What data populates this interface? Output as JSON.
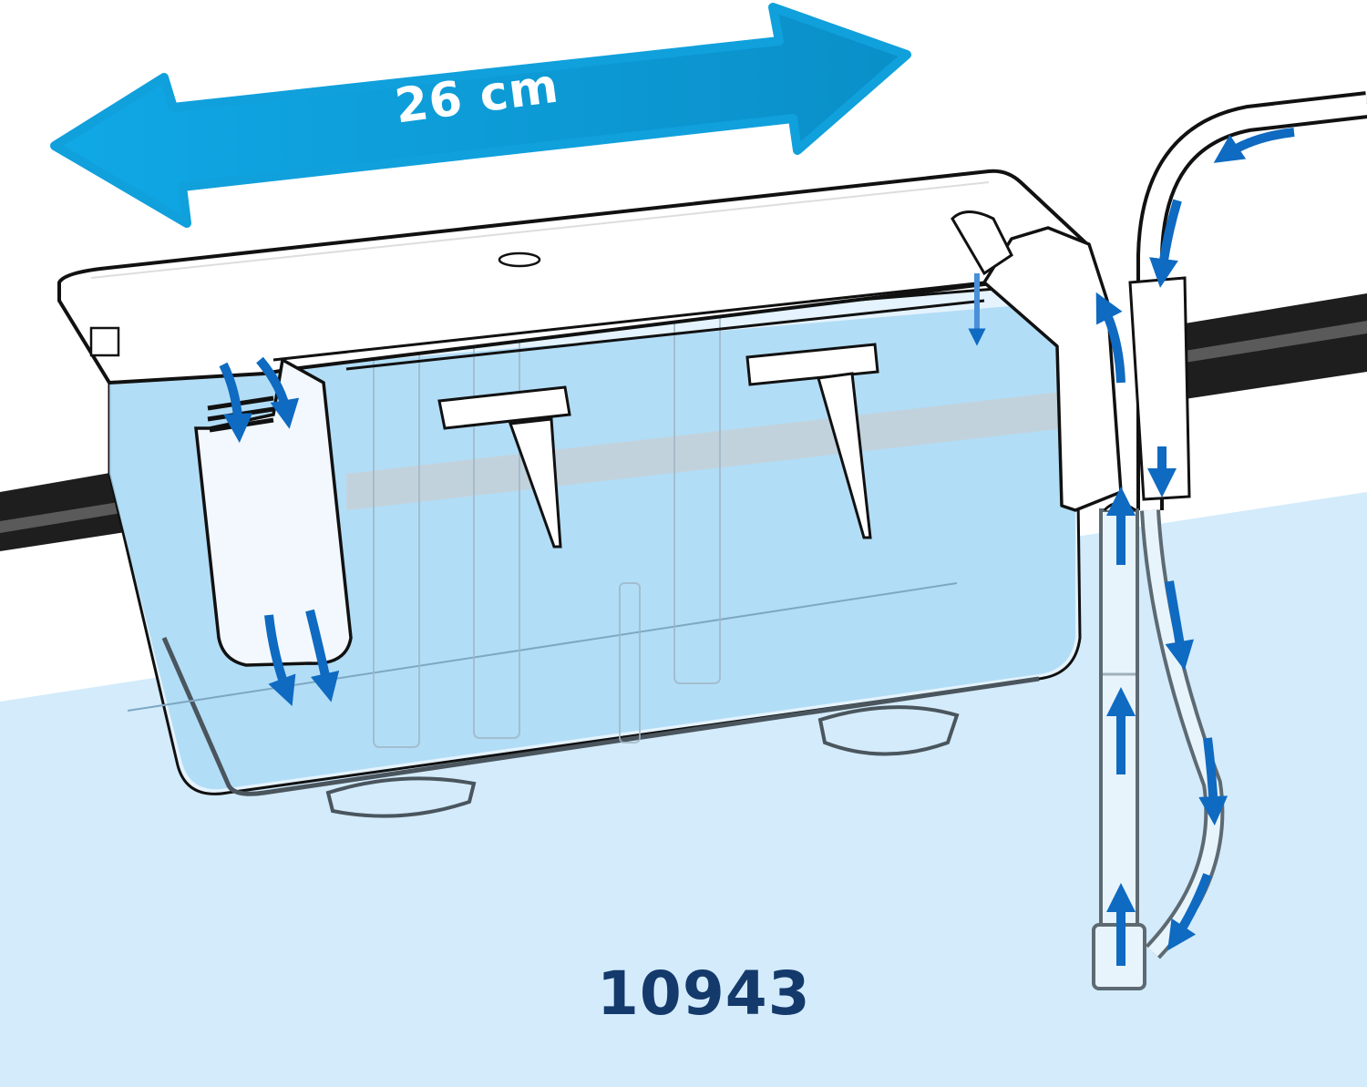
{
  "diagram": {
    "subject": "hang-on breeding box with air-lift pump",
    "dimension": {
      "label": "26 cm",
      "arrow_color": "#0aa0de"
    },
    "model_code": "10943",
    "colors": {
      "background_top": "#ffffff",
      "water": "#d3ebfb",
      "box_water": "#a9d8f5",
      "flow_arrow": "#0f6ac1",
      "rim": "#1e1e1e",
      "rim_highlight": "#5a5a5a",
      "outline": "#111111",
      "model_text": "#14396b"
    },
    "components": [
      {
        "id": "breeding-box",
        "label": "breeding box"
      },
      {
        "id": "lid",
        "label": "lid with feeding hole"
      },
      {
        "id": "dividers",
        "label": "removable dividers"
      },
      {
        "id": "overflow-outlet",
        "label": "overflow outlet"
      },
      {
        "id": "airlift-tube",
        "label": "air-lift intake tube"
      },
      {
        "id": "air-hose",
        "label": "air hose"
      },
      {
        "id": "suction-cups",
        "label": "suction cups"
      },
      {
        "id": "tank-rim",
        "label": "aquarium rim"
      }
    ],
    "flow_arrows": [
      {
        "location": "outlet-top",
        "direction": "down",
        "count": 2
      },
      {
        "location": "outlet-bottom",
        "direction": "down",
        "count": 2
      },
      {
        "location": "intake-channel",
        "direction": "down",
        "count": 1
      },
      {
        "location": "riser-channel",
        "direction": "up",
        "count": 1
      },
      {
        "location": "hose-loop",
        "direction": "left",
        "count": 1
      },
      {
        "location": "hose-loop-descent",
        "direction": "down",
        "count": 2
      },
      {
        "location": "intake-tube",
        "direction": "up",
        "count": 4
      },
      {
        "location": "air-hose-descent",
        "direction": "down",
        "count": 3
      }
    ]
  }
}
